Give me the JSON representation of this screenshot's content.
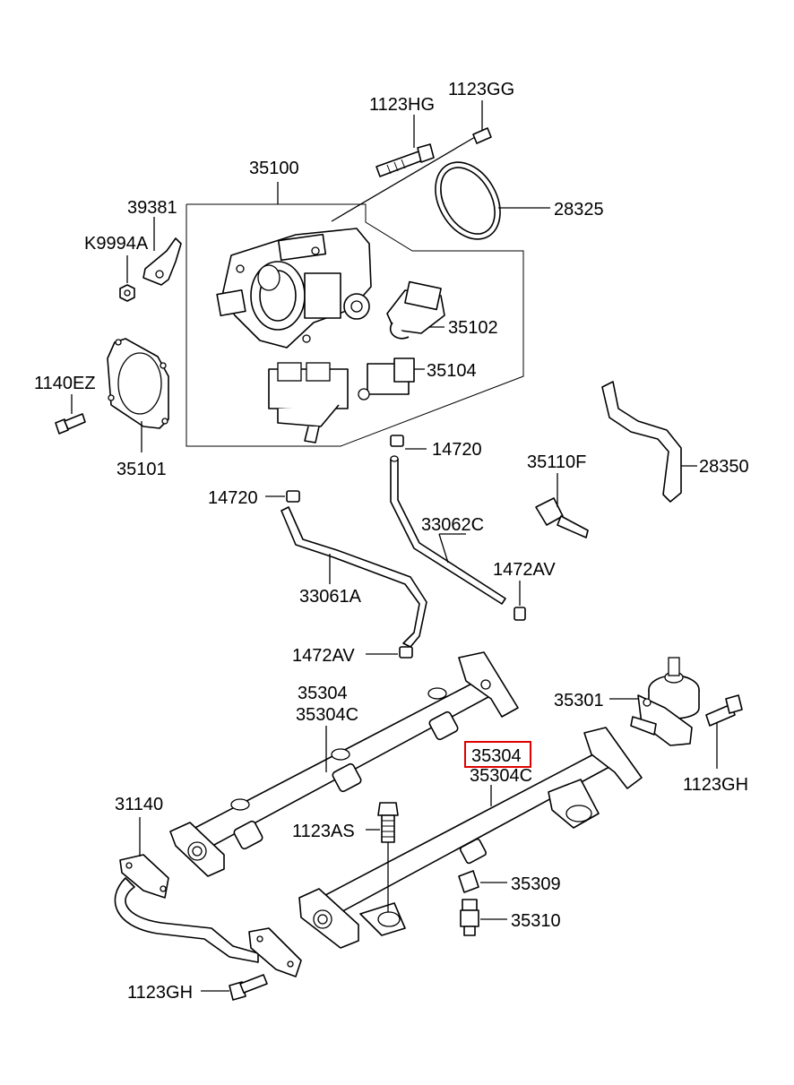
{
  "labels": {
    "l_1123HG": "1123HG",
    "l_1123GG": "1123GG",
    "l_35100": "35100",
    "l_39381": "39381",
    "l_K9994A": "K9994A",
    "l_28325": "28325",
    "l_35102": "35102",
    "l_35104": "35104",
    "l_1140EZ": "1140EZ",
    "l_35101": "35101",
    "l_14720a": "14720",
    "l_14720b": "14720",
    "l_35110F": "35110F",
    "l_28350": "28350",
    "l_33062C": "33062C",
    "l_33061A": "33061A",
    "l_1472AVa": "1472AV",
    "l_1472AVb": "1472AV",
    "l_35304a": "35304",
    "l_35304Ca": "35304C",
    "l_35301": "35301",
    "l_35304b": "35304",
    "l_35304Cb": "35304C",
    "l_1123GHa": "1123GH",
    "l_31140": "31140",
    "l_1123AS": "1123AS",
    "l_35309": "35309",
    "l_35310": "35310",
    "l_1123GHb": "1123GH"
  },
  "highlight": {
    "label": "35304",
    "color": "#e00000"
  }
}
